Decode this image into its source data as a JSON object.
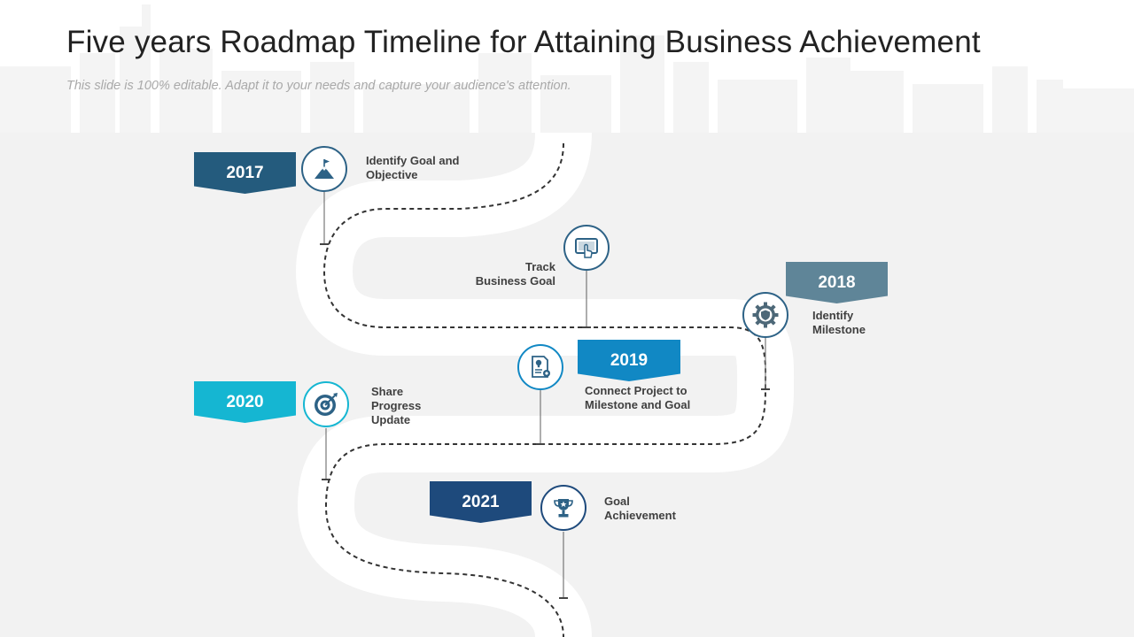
{
  "header": {
    "title": "Five years Roadmap Timeline for Attaining Business Achievement",
    "subtitle": "This slide is 100% editable. Adapt it to your needs and capture your audience's attention."
  },
  "milestones": [
    {
      "year": "2017",
      "label": "Identify Goal and\nObjective",
      "icon": "mountain-flag-icon",
      "color": "#245b7d"
    },
    {
      "year": "",
      "label": "Track\nBusiness  Goal",
      "icon": "touch-screen-icon",
      "color": ""
    },
    {
      "year": "2018",
      "label": "Identify\nMilestone",
      "icon": "shield-gear-icon",
      "color": "#5f8598"
    },
    {
      "year": "2019",
      "label": "Connect Project to\nMilestone and Goal",
      "icon": "idea-document-icon",
      "color": "#1188c4"
    },
    {
      "year": "2020",
      "label": "Share\nProgress\nUpdate",
      "icon": "target-icon",
      "color": "#15b6d2"
    },
    {
      "year": "2021",
      "label": "Goal\nAchievement",
      "icon": "trophy-icon",
      "color": "#1e4a7c"
    }
  ],
  "colors": {
    "road": "#ffffff",
    "background": "#f2f2f2",
    "icon_border": "#2d6286",
    "dashes": "#333333"
  }
}
